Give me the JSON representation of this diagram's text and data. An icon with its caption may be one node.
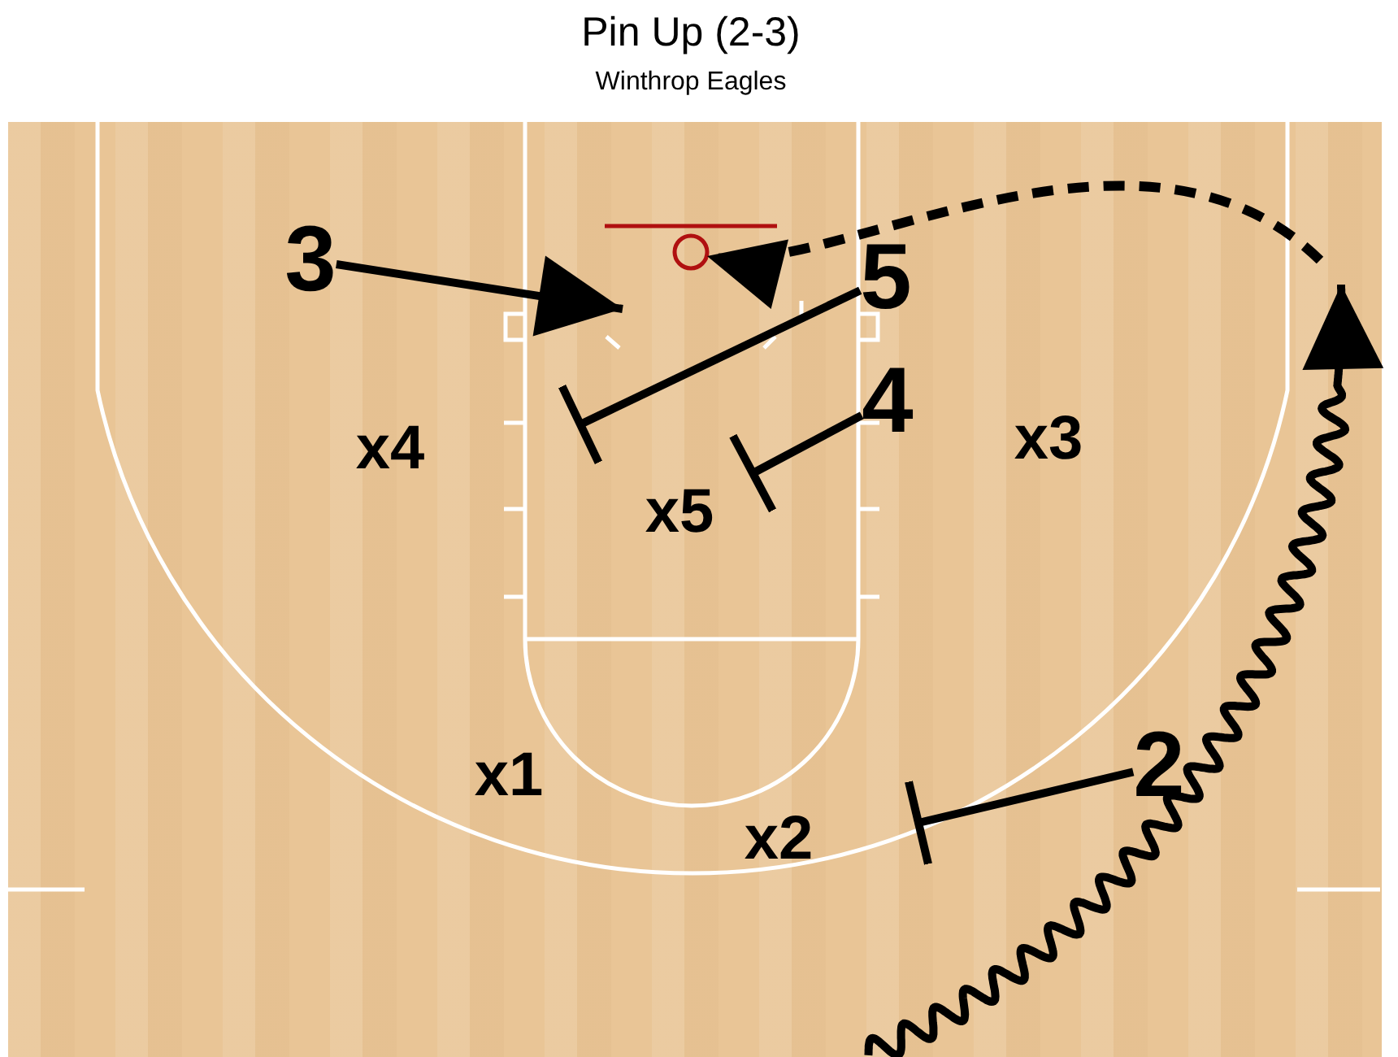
{
  "diagram": {
    "title": "Pin Up (2-3)",
    "nodes": [
      {
        "text": [
          "3"
        ]
      },
      {
        "text": [],
        "shape": "circle"
      },
      {
        "text": [
          "5"
        ]
      },
      {
        "text": [
          "4"
        ]
      },
      {
        "text": [
          "x3"
        ]
      },
      {
        "text": [
          "x4"
        ]
      },
      {
        "text": [
          "x5"
        ]
      },
      {
        "text": [
          "2"
        ]
      },
      {
        "text": [
          "x1"
        ]
      },
      {
        "text": [
          "x2"
        ]
      }
    ],
    "edges": [
      {
        "from": 0,
        "to": null,
        "arrow": "to"
      },
      {
        "from": 2,
        "to": null,
        "arrow": "other"
      },
      {
        "from": 3,
        "to": 6,
        "arrow": "other"
      },
      {
        "from": 7,
        "to": null,
        "arrow": "other"
      },
      {
        "from": null,
        "to": 1,
        "arrow": "to",
        "style": "dashed"
      }
    ],
    "labels": [
      "Winthrop Eagles"
    ]
  }
}
